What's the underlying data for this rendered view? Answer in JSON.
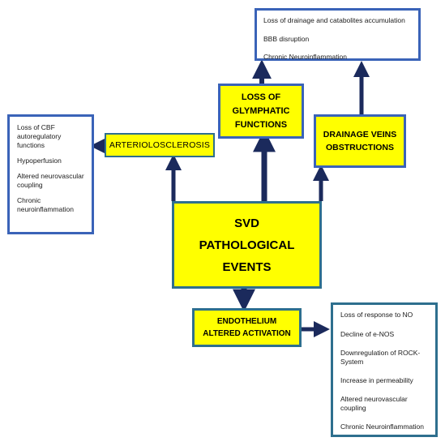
{
  "diagram": {
    "center": {
      "lines": [
        "SVD",
        "PATHOLOGICAL",
        "EVENTS"
      ]
    },
    "glymphatic": {
      "lines": [
        "LOSS OF",
        "GLYMPHATIC",
        "FUNCTIONS"
      ]
    },
    "drainage": {
      "lines": [
        "DRAINAGE VEINS",
        "OBSTRUCTIONS"
      ]
    },
    "arterio": {
      "label": "ARTERIOLOSCLEROSIS"
    },
    "endothelium": {
      "lines": [
        "ENDOTHELIUM",
        "ALTERED ACTIVATION"
      ]
    },
    "list_top": {
      "items": [
        "Loss of drainage and catabolites accumulation",
        "BBB disruption",
        "Chronic Neuroinflammation"
      ]
    },
    "list_left": {
      "items": [
        "Loss of  CBF autoregulatory functions",
        "Hypoperfusion",
        "Altered neurovascular coupling",
        "Chronic neuroinflammation"
      ]
    },
    "list_right": {
      "items": [
        "Loss of response to NO",
        "Decline of e-NOS",
        "Downregulation of ROCK-System",
        "Increase in permeability",
        "Altered neurovascular coupling",
        "Chronic Neuroinflammation"
      ]
    },
    "colors": {
      "yellow": "#ffff00",
      "blue_border": "#3a63b8",
      "teal_border": "#2e6f8e",
      "arrow": "#1b2a5c"
    }
  }
}
